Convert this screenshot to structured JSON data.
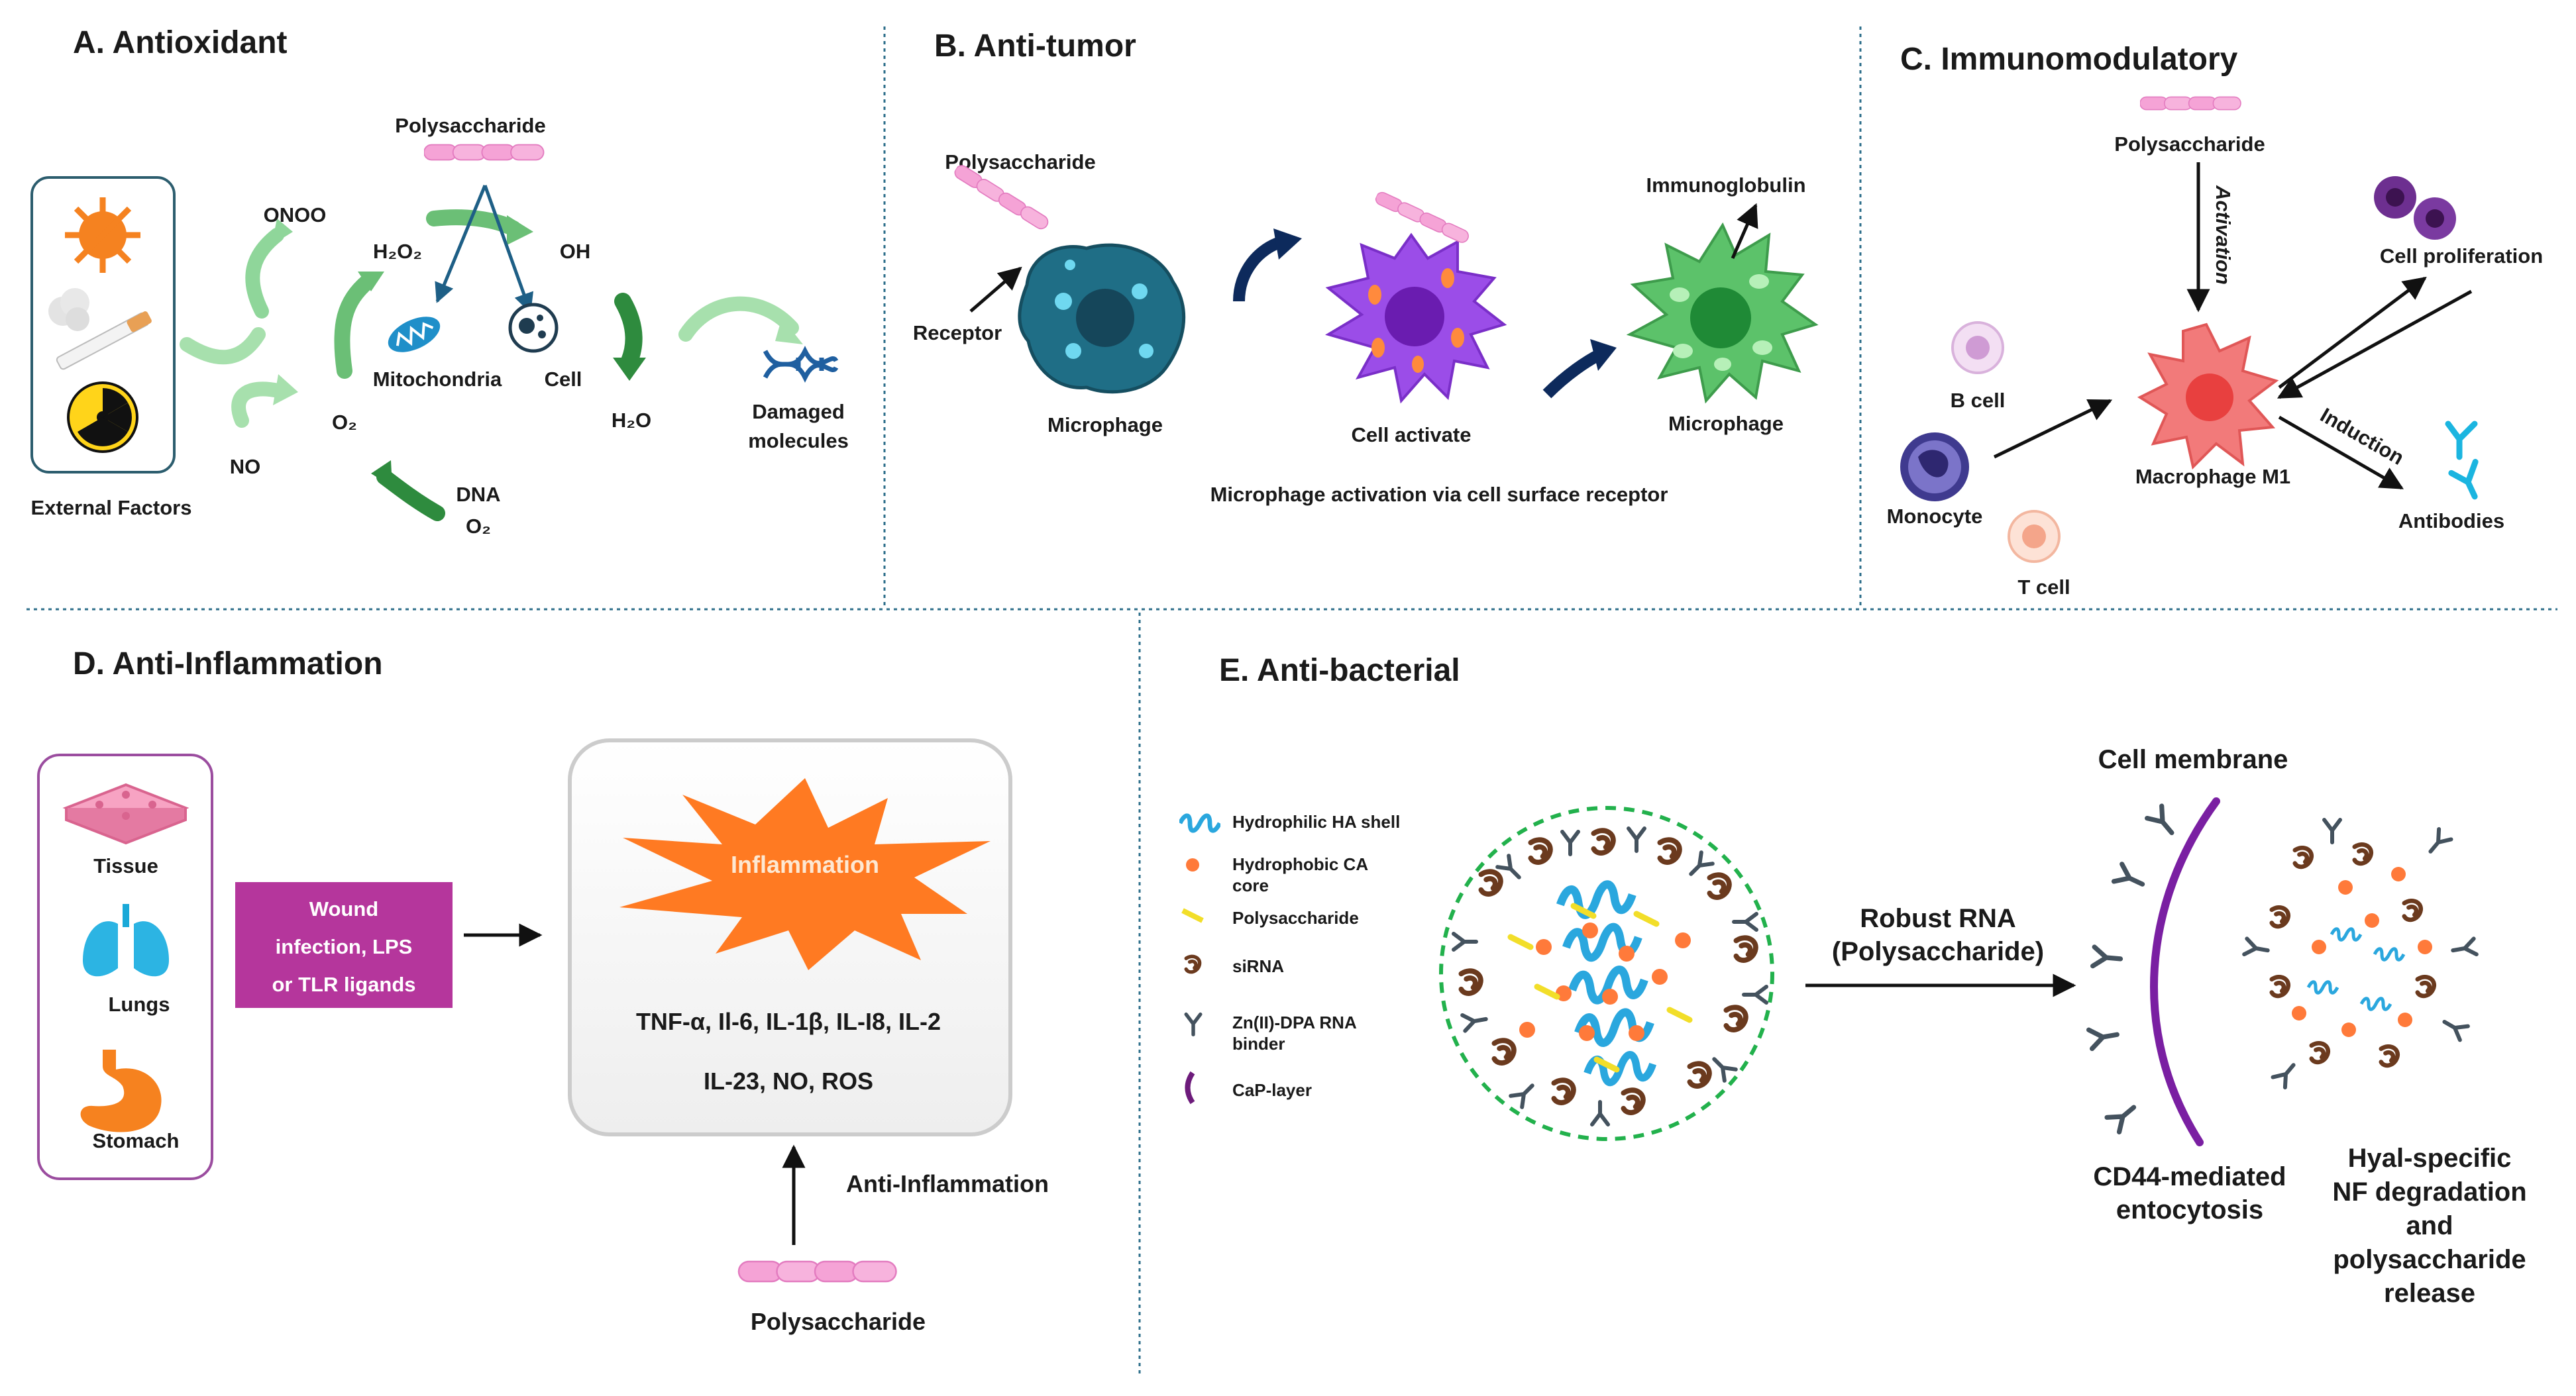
{
  "colors": {
    "divider": "#2c6e8a",
    "pink": "#f5a3d6",
    "green_arrow": "#7ccf84",
    "dark_green_arrow": "#2e8b3e",
    "navy_arrow": "#0d2a5c",
    "macrophage_teal": "#1f6e86",
    "activated_purple": "#9b4de8",
    "mature_green": "#5cc26a",
    "m1_red": "#f27a7a",
    "magenta_box": "#b5369c",
    "inflammation_orange": "#ff7a22",
    "vesicle_green": "#22b14c",
    "membrane_purple": "#7a1fa2",
    "helix_blue": "#2aa7de",
    "sirna_brown": "#6b3a1e"
  },
  "panel_a": {
    "title": "A. Antioxidant",
    "external_factors": "External Factors",
    "polysaccharide": "Polysaccharide",
    "onoo": "ONOO",
    "h2o2": "H₂O₂",
    "oh": "OH",
    "mitochondria": "Mitochondria",
    "cell": "Cell",
    "o2": "O₂",
    "no": "NO",
    "h2o": "H₂O",
    "dna": "DNA",
    "dna_o2": "O₂",
    "damaged_1": "Damaged",
    "damaged_2": "molecules",
    "icons": [
      "sun-icon",
      "smoke-icon",
      "cigarette-icon",
      "radiation-icon",
      "mitochondria-icon",
      "cell-icon",
      "dna-helix-icon"
    ]
  },
  "panel_b": {
    "title": "B. Anti-tumor",
    "polysaccharide": "Polysaccharide",
    "receptor": "Receptor",
    "microphage_1": "Microphage",
    "cell_activate": "Cell activate",
    "immunoglobulin": "Immunoglobulin",
    "microphage_2": "Microphage",
    "caption": "Microphage activation via cell surface receptor"
  },
  "panel_c": {
    "title": "C. Immunomodulatory",
    "polysaccharide": "Polysaccharide",
    "activation": "Activation",
    "b_cell": "B cell",
    "monocyte": "Monocyte",
    "t_cell": "T cell",
    "macrophage_m1": "Macrophage M1",
    "cell_proliferation": "Cell proliferation",
    "induction": "Induction",
    "antibodies": "Antibodies"
  },
  "panel_d": {
    "title": "D. Anti-Inflammation",
    "tissue": "Tissue",
    "lungs": "Lungs",
    "stomach": "Stomach",
    "trigger_lines": [
      "Wound",
      "infection, LPS",
      "or TLR ligands"
    ],
    "inflammation": "Inflammation",
    "cytokines_1": "TNF-α, Il-6, IL-1β, IL-I8, IL-2",
    "cytokines_2": "IL-23, NO, ROS",
    "anti_inflammation": "Anti-Inflammation",
    "polysaccharide": "Polysaccharide"
  },
  "panel_e": {
    "title": "E. Anti-bacterial",
    "legend": [
      {
        "icon": "helix-icon",
        "lines": [
          "Hydrophilic HA shell"
        ]
      },
      {
        "icon": "dot-icon",
        "lines": [
          "Hydrophobic CA",
          "core"
        ]
      },
      {
        "icon": "dash-icon",
        "lines": [
          "Polysaccharide"
        ]
      },
      {
        "icon": "sirna-icon",
        "lines": [
          "siRNA"
        ]
      },
      {
        "icon": "y-binder-icon",
        "lines": [
          "Zn(II)-DPA RNA",
          "binder"
        ]
      },
      {
        "icon": "arc-icon",
        "lines": [
          "CaP-layer"
        ]
      }
    ],
    "robust_1": "Robust RNA",
    "robust_2": "(Polysaccharide)",
    "cell_membrane": "Cell membrane",
    "cd44_1": "CD44-mediated",
    "cd44_2": "entocytosis",
    "hyal_lines": [
      "Hyal-specific",
      "NF degradation",
      "and",
      "polysaccharide",
      "release"
    ]
  }
}
